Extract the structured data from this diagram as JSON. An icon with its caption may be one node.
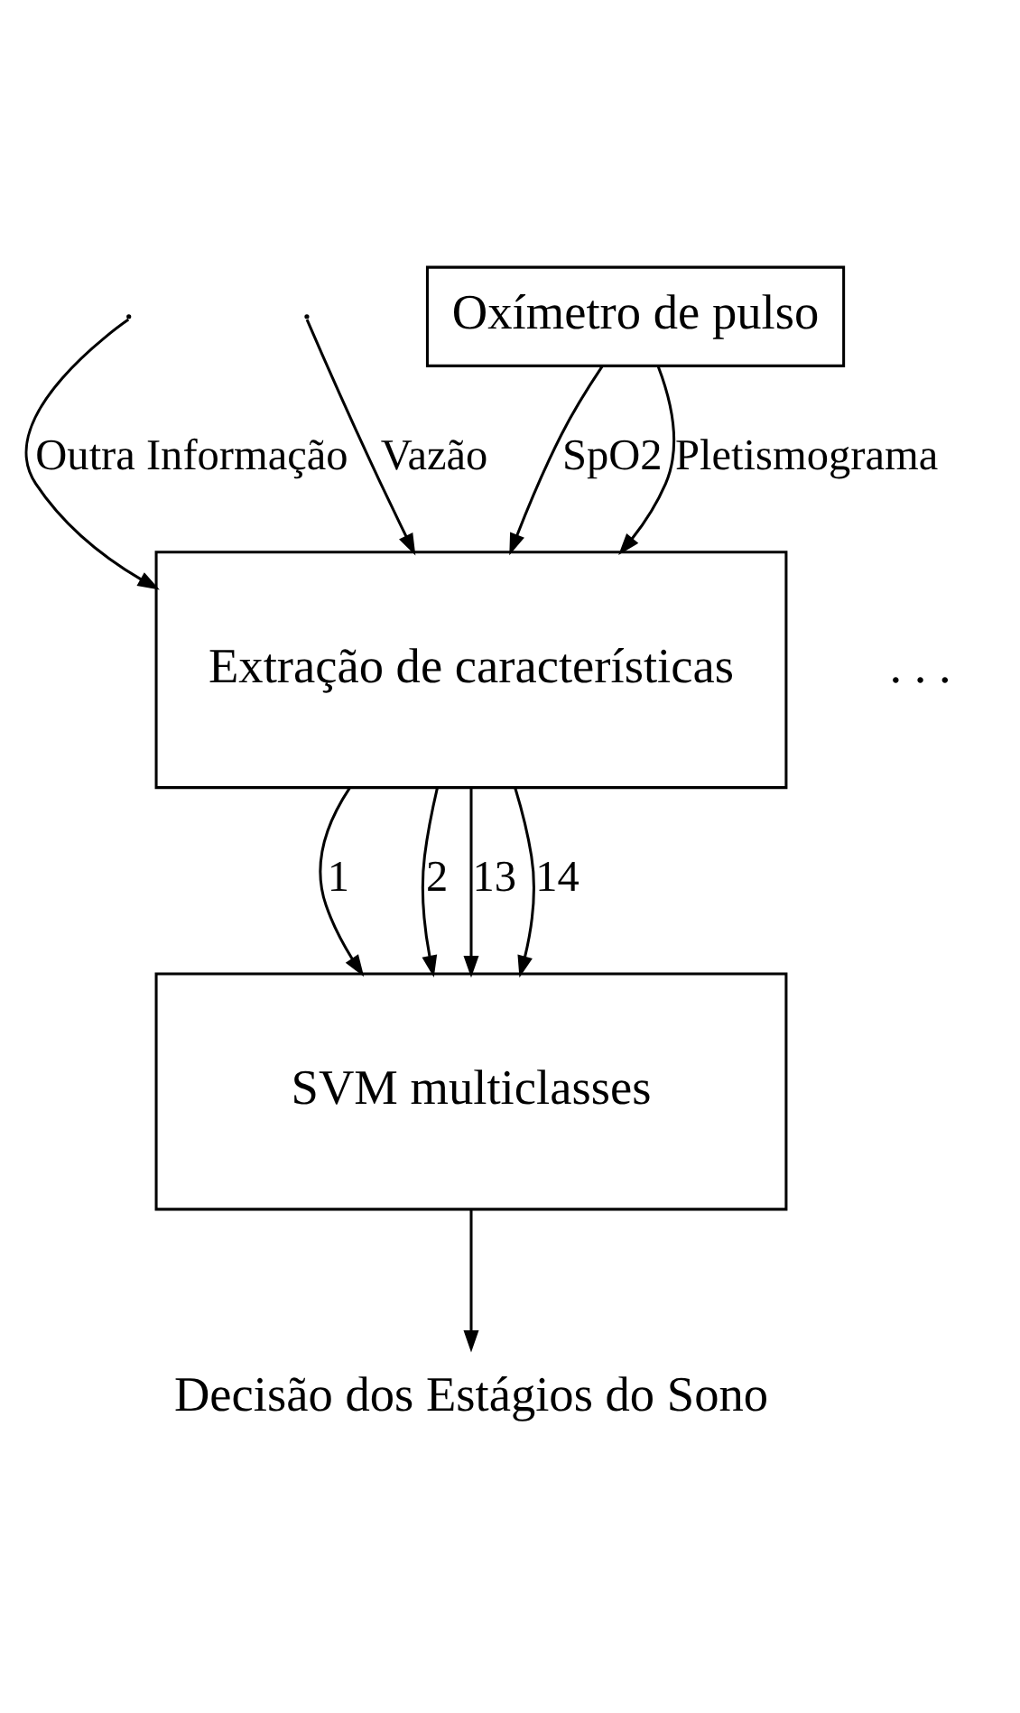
{
  "diagram": {
    "nodes": [
      {
        "text": [
          "Oxímetro de pulso"
        ]
      },
      {
        "text": [
          "Extração de características"
        ]
      },
      {
        "text": [
          "SVM multiclasses"
        ]
      },
      {
        "text": [
          "Decisão dos Estágios do Sono"
        ]
      }
    ],
    "edges": [
      {
        "from": null,
        "to": 1,
        "arrow": "to",
        "label": "Outra Informação"
      },
      {
        "from": null,
        "to": 1,
        "arrow": "to",
        "label": "Vazão"
      },
      {
        "from": 0,
        "to": 1,
        "arrow": "to",
        "label": "SpO2"
      },
      {
        "from": 0,
        "to": 1,
        "arrow": "to",
        "label": "Pletismograma"
      },
      {
        "from": 1,
        "to": 2,
        "arrow": "to",
        "label": "1"
      },
      {
        "from": 1,
        "to": 2,
        "arrow": "to",
        "label": "2"
      },
      {
        "from": 1,
        "to": 2,
        "arrow": "to",
        "label": "13"
      },
      {
        "from": 1,
        "to": 2,
        "arrow": "to",
        "label": "14"
      },
      {
        "from": 2,
        "to": 3,
        "arrow": "to"
      }
    ],
    "labels": [
      ". . ."
    ]
  }
}
